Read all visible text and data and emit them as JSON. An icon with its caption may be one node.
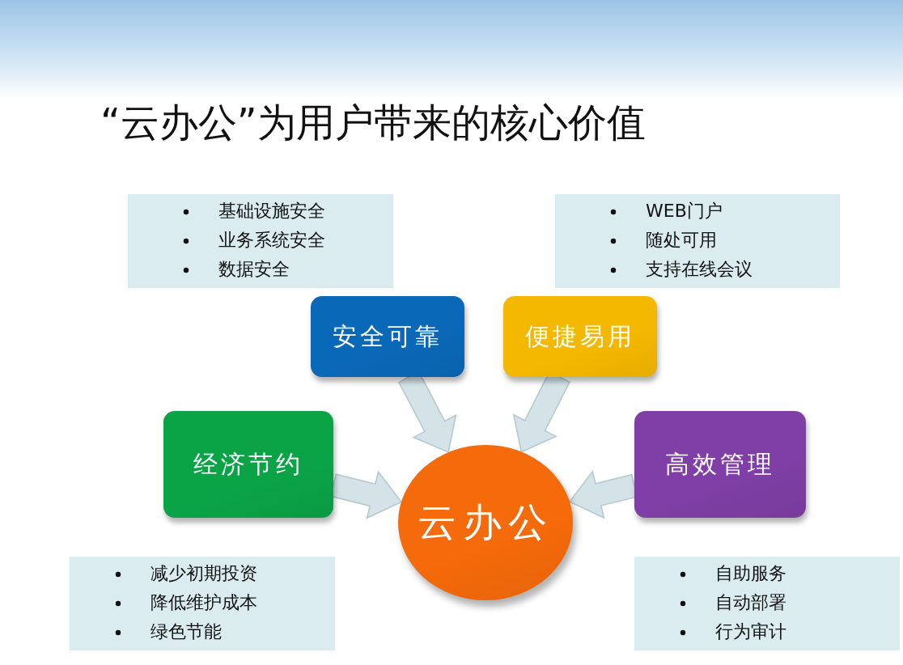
{
  "diagram": {
    "title": "“云办公”为用户带来的核心价值",
    "nodes": [
      {
        "text": [
          "基础设施安全",
          "业务系统安全",
          "数据安全"
        ]
      },
      {
        "text": [
          "WEB门户",
          "随处可用",
          "支持在线会议"
        ]
      },
      {
        "text": [
          "安全可靠"
        ]
      },
      {
        "text": [
          "便捷易用"
        ]
      },
      {
        "text": [
          "经济节约"
        ]
      },
      {
        "text": [
          "高效管理"
        ]
      },
      {
        "text": [
          "云办公"
        ]
      },
      {
        "text": [
          "减少初期投资",
          "降低维护成本",
          "绿色节能"
        ]
      },
      {
        "text": [
          "自助服务",
          "自动部署",
          "行为审计"
        ]
      }
    ],
    "edges": [
      {
        "from": 2,
        "to": 6,
        "arrow": "to",
        "style": "thick"
      },
      {
        "from": 3,
        "to": 6,
        "arrow": "to",
        "style": "thick"
      },
      {
        "from": 4,
        "to": 6,
        "arrow": "to",
        "style": "thick"
      },
      {
        "from": 5,
        "to": 6,
        "arrow": "to",
        "style": "thick"
      }
    ]
  }
}
